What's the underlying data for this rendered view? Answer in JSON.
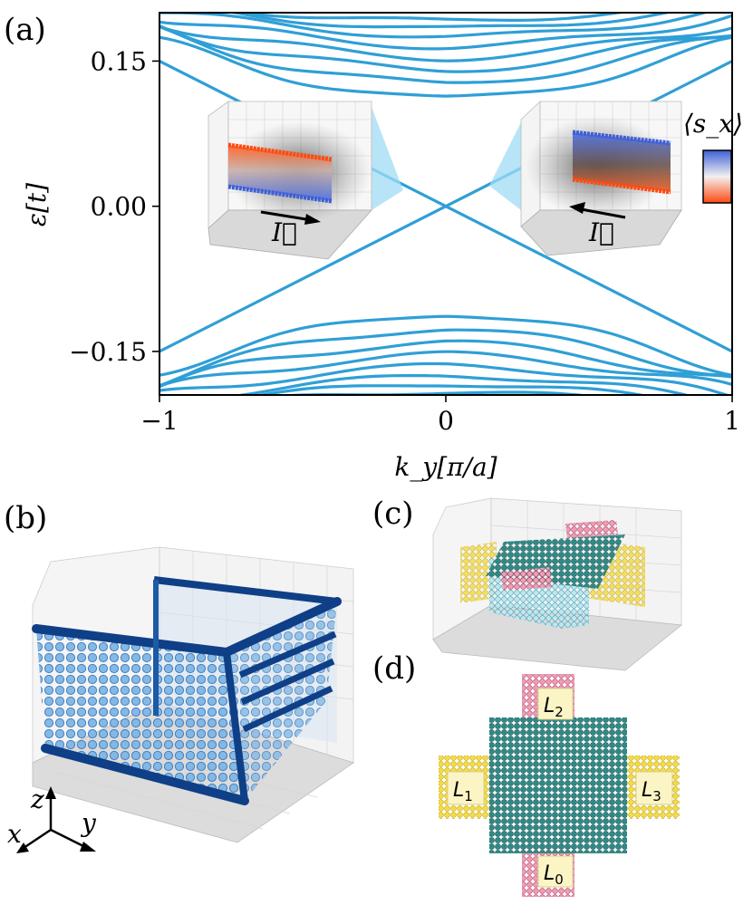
{
  "panels": {
    "a": "(a)",
    "b": "(b)",
    "c": "(c)",
    "d": "(d)"
  },
  "chart_data": {
    "type": "line",
    "xlabel": "k_y[π/a]",
    "ylabel": "ε[t]",
    "xlim": [
      -1,
      1
    ],
    "ylim": [
      -0.195,
      0.2
    ],
    "x_ticks": [
      "−1",
      "0",
      "1"
    ],
    "y_ticks": [
      "0.15",
      "0.00",
      "−0.15"
    ],
    "x_tick_values": [
      -1,
      0,
      1
    ],
    "y_tick_values": [
      0.15,
      0.0,
      -0.15
    ],
    "grid": false,
    "color": "#2f9fd6",
    "series": [
      {
        "kind": "edge",
        "from": [
          -1,
          0.15
        ],
        "to": [
          1,
          -0.15
        ]
      },
      {
        "kind": "edge",
        "from": [
          -1,
          -0.15
        ],
        "to": [
          1,
          0.15
        ]
      },
      {
        "kind": "bulk",
        "sign": 1,
        "centers": [
          0.1,
          0.115,
          0.128,
          0.14,
          0.152,
          0.163,
          0.172,
          0.18
        ]
      },
      {
        "kind": "bulk",
        "sign": -1,
        "centers": [
          -0.1,
          -0.115,
          -0.128,
          -0.14,
          -0.152,
          -0.163,
          -0.172,
          -0.18
        ]
      }
    ],
    "colorbar_label": "⟨s_x⟩",
    "colorbar_colors": [
      "#3d5fd6",
      "#ffffff",
      "#ff4a10"
    ],
    "inset_left_label": "I⃗",
    "inset_right_label": "I⃗"
  },
  "axes_glyph": {
    "x": "x",
    "y": "y",
    "z": "z"
  },
  "leads": {
    "L0": {
      "base": "L",
      "sub": "0"
    },
    "L1": {
      "base": "L",
      "sub": "1"
    },
    "L2": {
      "base": "L",
      "sub": "2"
    },
    "L3": {
      "base": "L",
      "sub": "3"
    }
  }
}
